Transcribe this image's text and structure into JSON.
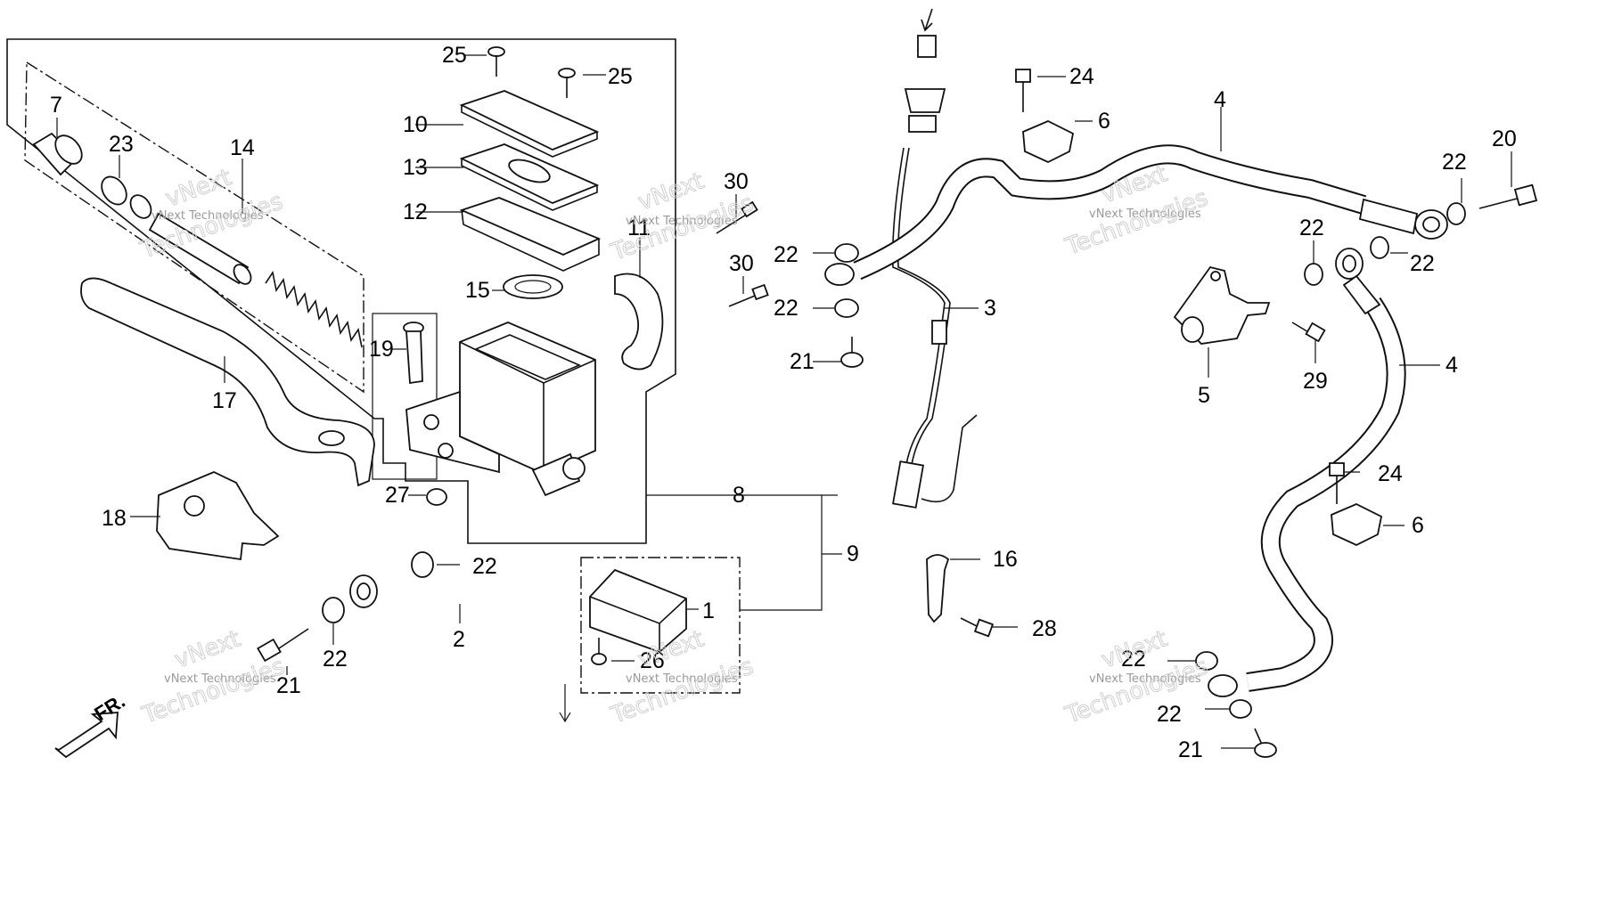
{
  "labels": {
    "n1": "1",
    "n2": "2",
    "n3": "3",
    "n4a": "4",
    "n4b": "4",
    "n5": "5",
    "n6a": "6",
    "n6b": "6",
    "n7": "7",
    "n8": "8",
    "n9": "9",
    "n10": "10",
    "n11": "11",
    "n12": "12",
    "n13": "13",
    "n14": "14",
    "n15": "15",
    "n16": "16",
    "n17": "17",
    "n18": "18",
    "n19": "19",
    "n20": "20",
    "n21a": "21",
    "n21b": "21",
    "n21c": "21",
    "n22a": "22",
    "n22b": "22",
    "n22c": "22",
    "n22d": "22",
    "n22e": "22",
    "n22f": "22",
    "n22g": "22",
    "n22h": "22",
    "n22i": "22",
    "n23": "23",
    "n24a": "24",
    "n24b": "24",
    "n25a": "25",
    "n25b": "25",
    "n26": "26",
    "n27": "27",
    "n28": "28",
    "n29": "29",
    "n30a": "30",
    "n30b": "30"
  },
  "direction_arrow": "FR.",
  "watermark": {
    "small": "vNext Technologies",
    "big_top": "vNext",
    "big_bottom": "Technologies"
  }
}
